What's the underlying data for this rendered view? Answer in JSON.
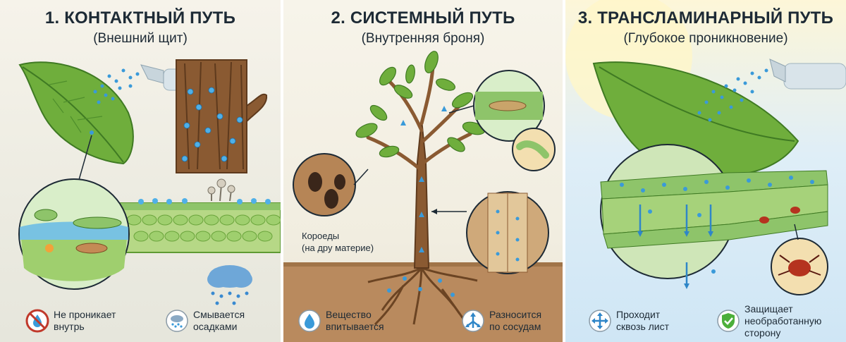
{
  "panels": [
    {
      "title": "1. КОНТАКТНЫЙ ПУТЬ",
      "subtitle": "(Внешний щит)",
      "features": [
        {
          "line1": "Не проникает",
          "line2": "внутрь",
          "icon": "no-penetration-icon"
        },
        {
          "line1": "Смывается",
          "line2": "осадками",
          "icon": "rain-cloud-icon"
        }
      ]
    },
    {
      "title": "2. СИСТЕМНЫЙ ПУТЬ",
      "subtitle": "(Внутренняя броня)",
      "callout": {
        "line1": "Короеды",
        "line2": "(на дру материе)"
      },
      "features": [
        {
          "line1": "Вещество",
          "line2": "впитывается",
          "icon": "water-drop-icon"
        },
        {
          "line1": "Разносится",
          "line2": "по сосудам",
          "icon": "branching-arrows-icon"
        }
      ]
    },
    {
      "title": "3. ТРАНСЛАМИНАРНЫЙ ПУТЬ",
      "subtitle": "(Глубокое проникновение)",
      "features": [
        {
          "line1": "Проходит",
          "line2": "сквозь лист",
          "icon": "cross-arrows-icon"
        },
        {
          "line1": "Защищает",
          "line2": "необработанную",
          "line3": "сторону",
          "icon": "shield-check-icon"
        }
      ]
    }
  ],
  "colors": {
    "title": "#1d2a35",
    "leaf": "#6fae3c",
    "leaf_dark": "#3f7a23",
    "bark": "#8a5a32",
    "droplet": "#3a9ad9",
    "soil": "#b98a5e"
  }
}
